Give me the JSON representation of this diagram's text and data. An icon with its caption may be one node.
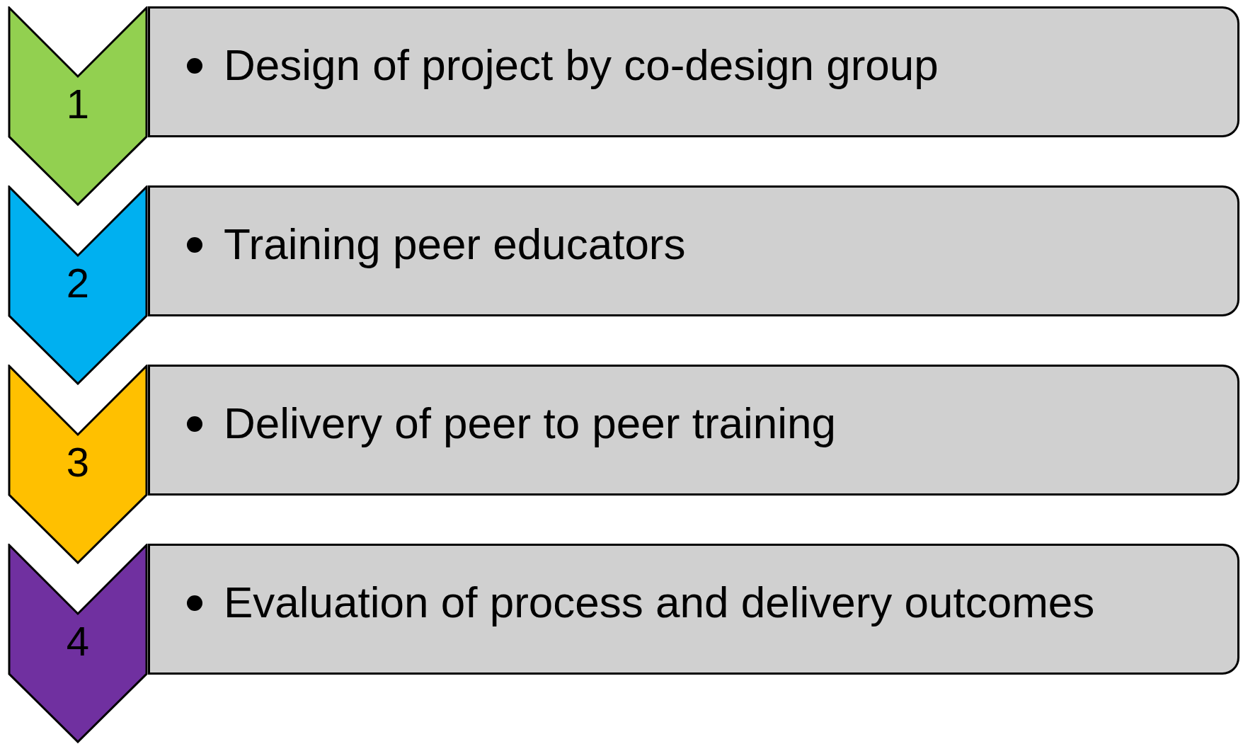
{
  "diagram": {
    "nodes": [
      {
        "text": [
          "1"
        ]
      },
      {
        "text": [
          "Design of project by co-design group"
        ]
      },
      {
        "text": [
          "2"
        ]
      },
      {
        "text": [
          "Training peer educators"
        ]
      },
      {
        "text": [
          "3"
        ]
      },
      {
        "text": [
          "Delivery of peer to peer training"
        ]
      },
      {
        "text": [
          "4"
        ]
      },
      {
        "text": [
          "Evaluation of process and delivery outcomes"
        ]
      }
    ]
  }
}
